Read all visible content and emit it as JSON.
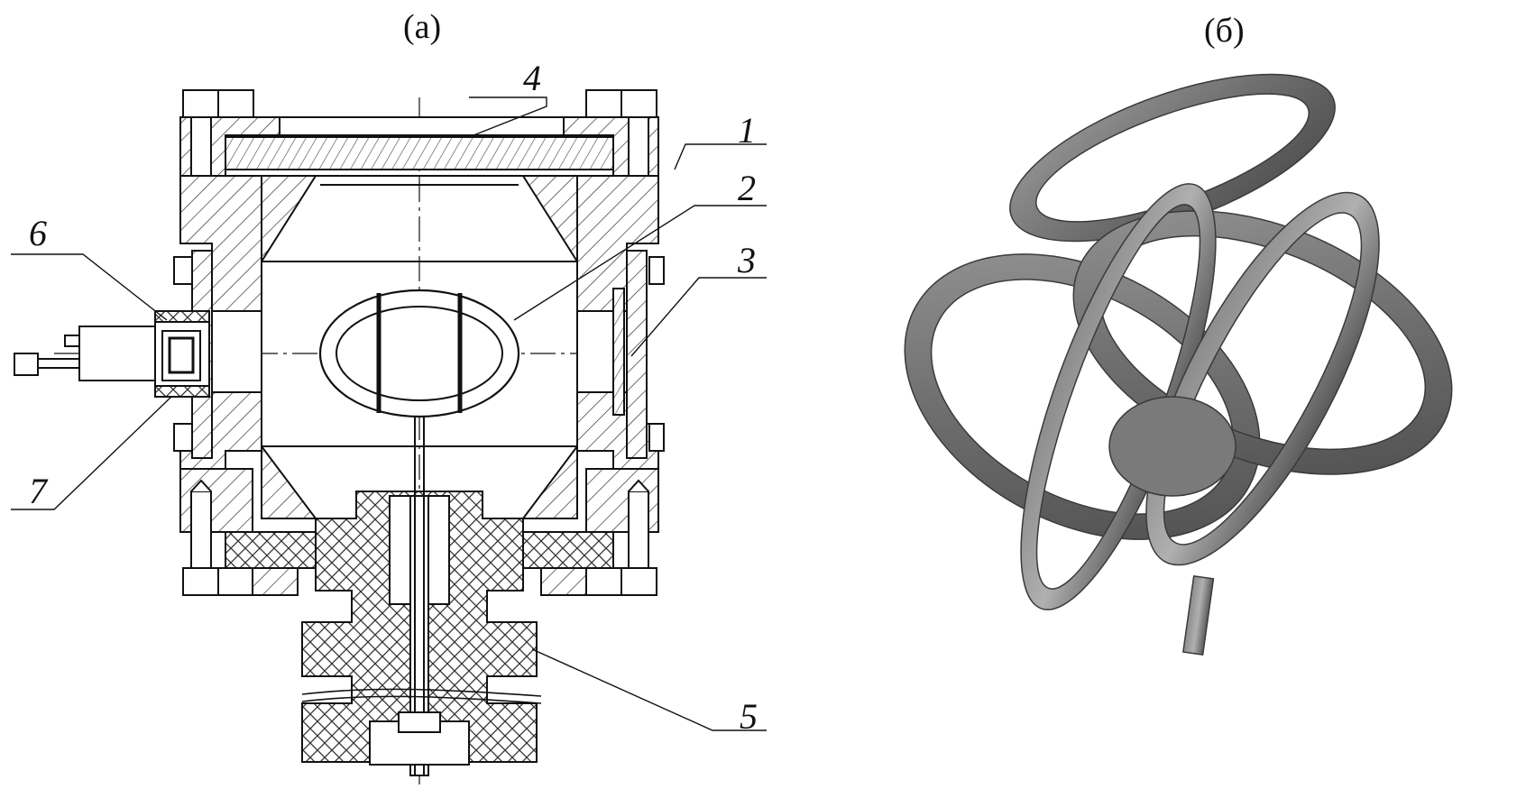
{
  "panels": [
    {
      "id": "a",
      "label": "(а)"
    },
    {
      "id": "b",
      "label": "(б)"
    }
  ],
  "callouts": [
    "1",
    "2",
    "3",
    "4",
    "5",
    "6",
    "7"
  ]
}
